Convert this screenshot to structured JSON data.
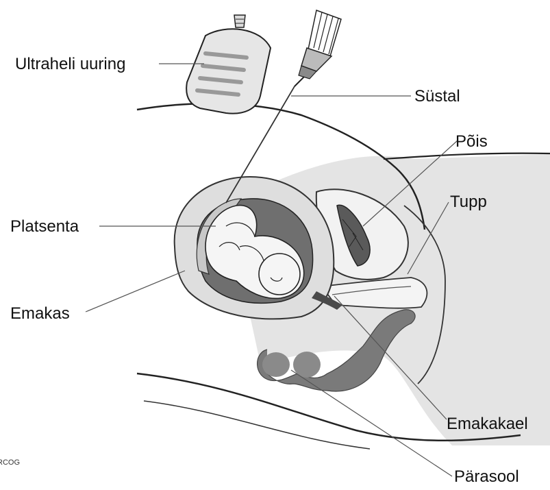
{
  "labels": {
    "ultrasound": "Ultraheli uuring",
    "syringe": "Süstal",
    "bladder": "Põis",
    "vagina": "Tupp",
    "placenta": "Platsenta",
    "uterus": "Emakas",
    "cervix": "Emakakael",
    "rectum": "Pärasool"
  },
  "credit": "RCOG"
}
